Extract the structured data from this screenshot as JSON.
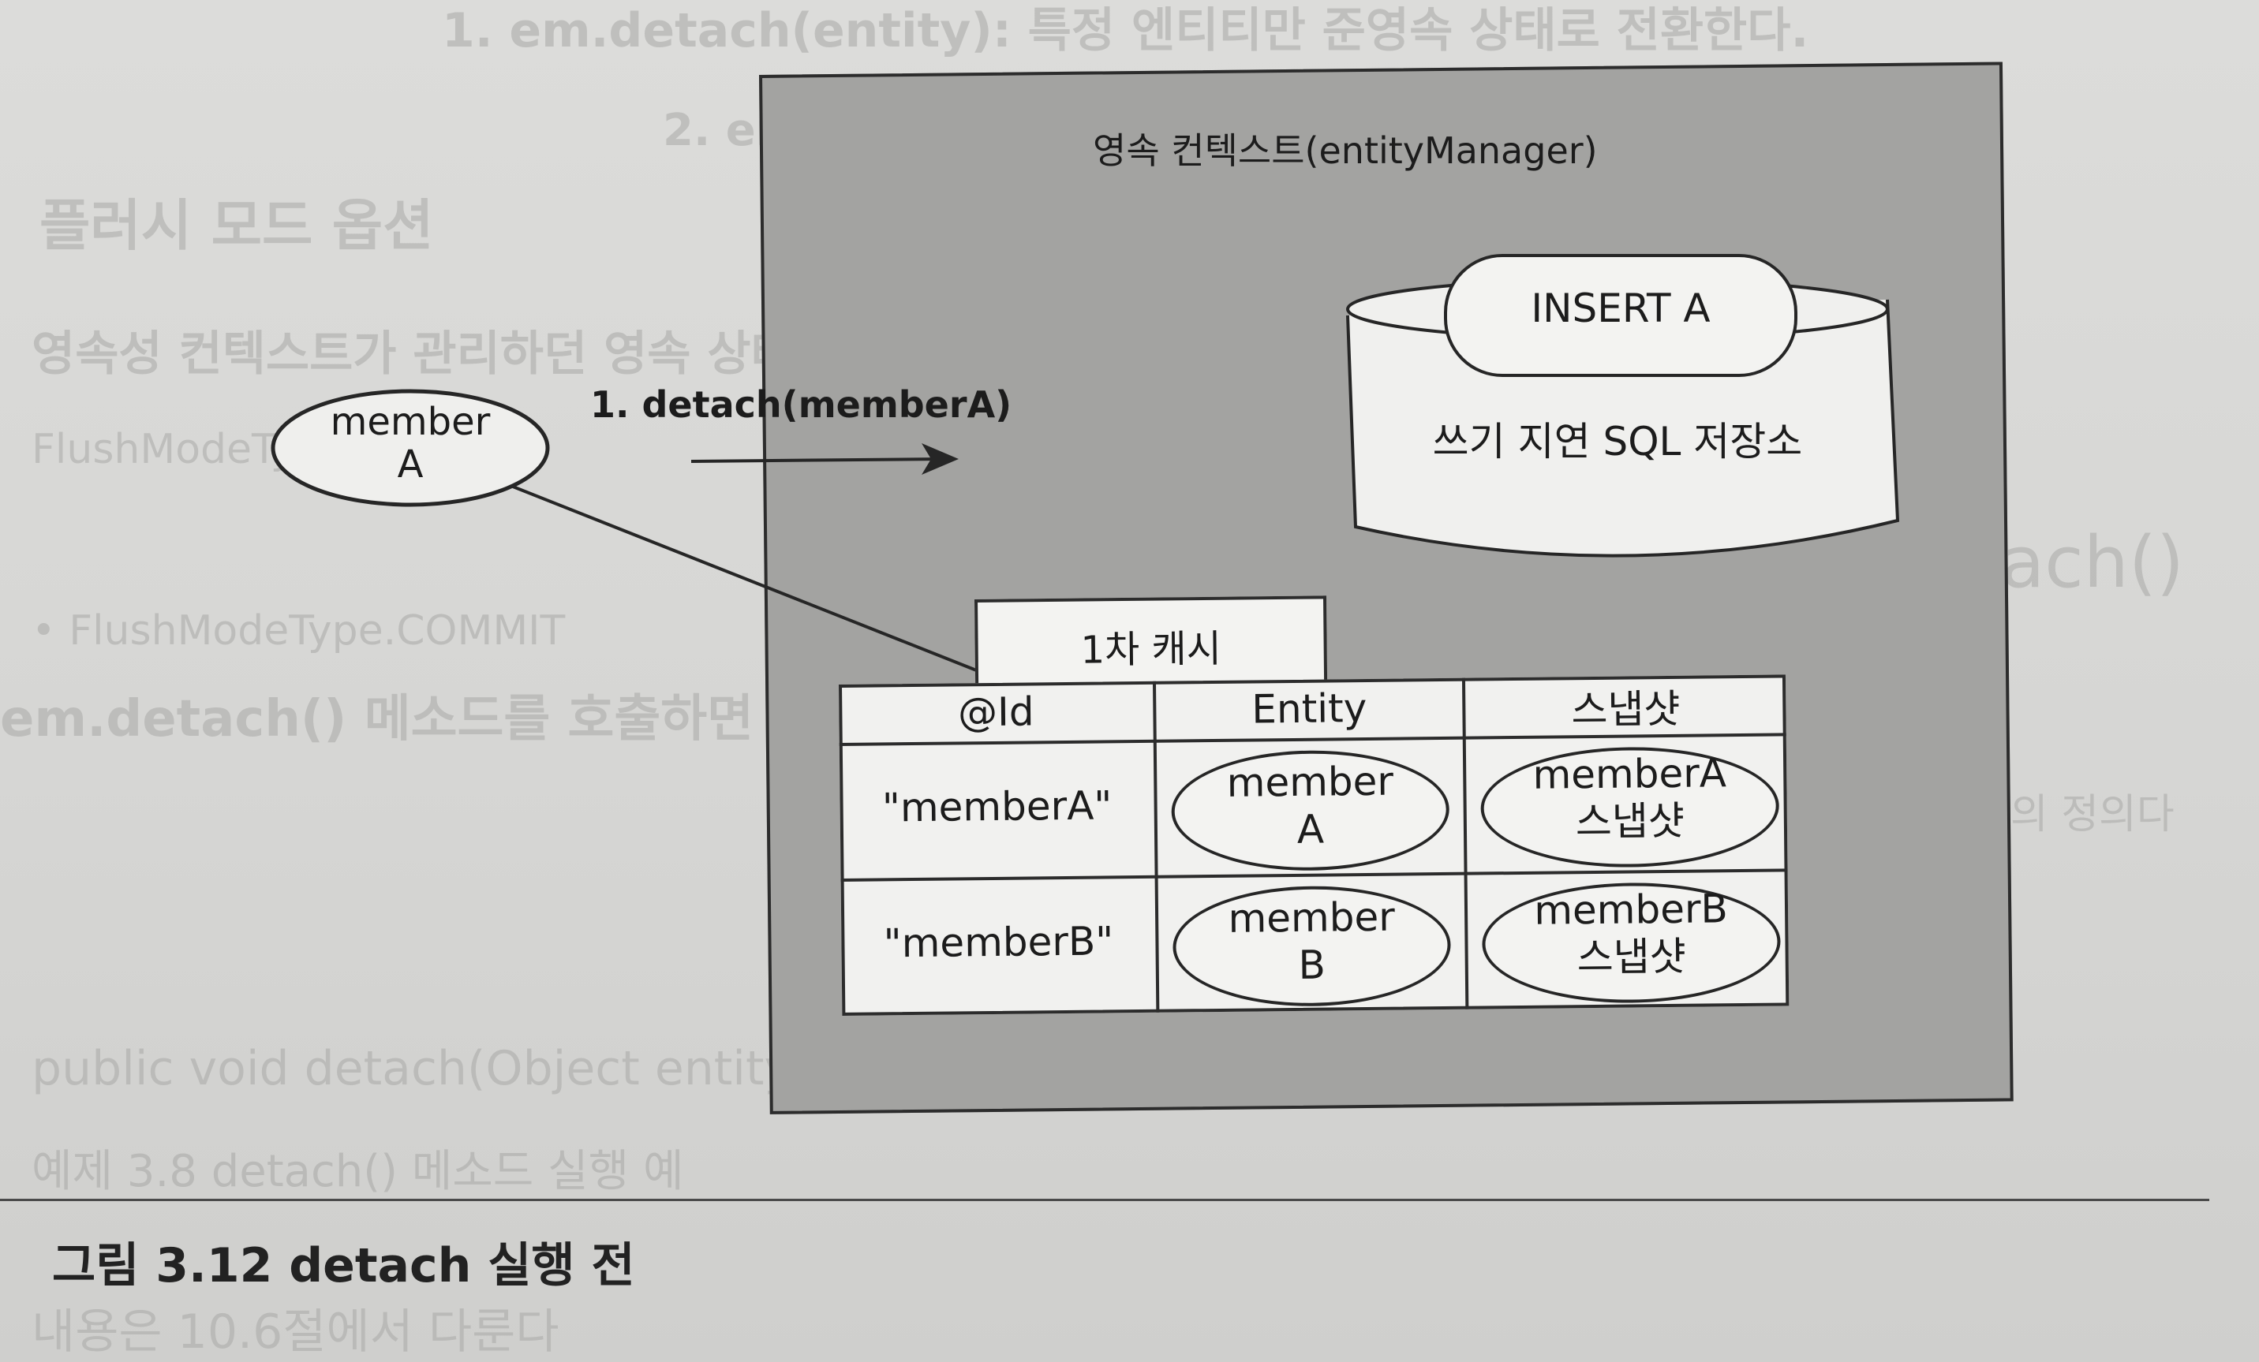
{
  "context": {
    "title": "영속 컨텍스트(entityManager)"
  },
  "sql_store": {
    "query": "INSERT A",
    "label": "쓰기 지연 SQL 저장소"
  },
  "detached_entity": {
    "line1": "member",
    "line2": "A"
  },
  "action": {
    "label": "1. detach(memberA)"
  },
  "cache": {
    "title": "1차 캐시",
    "headers": [
      "@Id",
      "Entity",
      "스냅샷"
    ],
    "rows": [
      {
        "id": "\"memberA\"",
        "entity_line1": "member",
        "entity_line2": "A",
        "snapshot_line1": "memberA",
        "snapshot_line2": "스냅샷"
      },
      {
        "id": "\"memberB\"",
        "entity_line1": "member",
        "entity_line2": "B",
        "snapshot_line1": "memberB",
        "snapshot_line2": "스냅샷"
      }
    ]
  },
  "caption": "그림 3.12 detach 실행 전"
}
